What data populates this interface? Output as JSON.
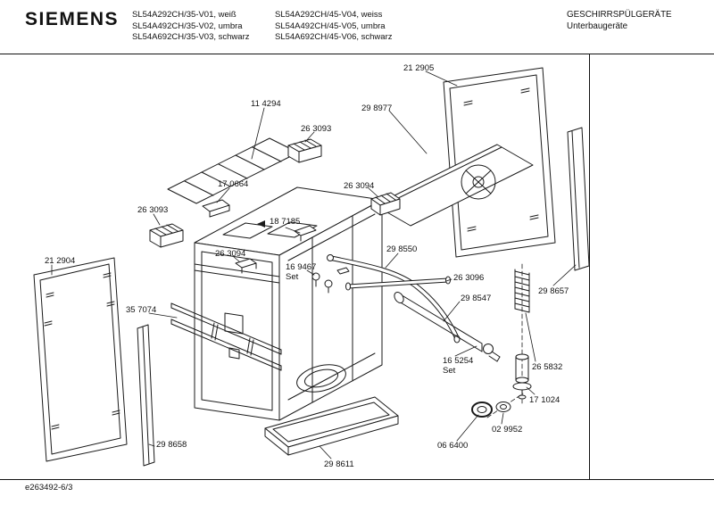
{
  "header": {
    "brand": "SIEMENS",
    "models_col1": [
      "SL54A292CH/35-V01, weiß",
      "SL54A492CH/35-V02, umbra",
      "SL54A692CH/35-V03, schwarz"
    ],
    "models_col2": [
      "SL54A292CH/45-V04, weiss",
      "SL54A492CH/45-V05, umbra",
      "SL54A692CH/45-V06, schwarz"
    ],
    "category": "GESCHIRRSPÜLGERÄTE",
    "subcategory": "Unterbaugeräte"
  },
  "diagram": {
    "parts": [
      {
        "label": "21 2905"
      },
      {
        "label": "29 8977"
      },
      {
        "label": "11 4294"
      },
      {
        "label": "26 3093"
      },
      {
        "label": "26 3094"
      },
      {
        "label": "17 0664"
      },
      {
        "label": "26 3093"
      },
      {
        "label": "18 7185"
      },
      {
        "label": "21 2904"
      },
      {
        "label": "26 3094"
      },
      {
        "label": "16 9467",
        "sub": "Set"
      },
      {
        "label": "29 8550"
      },
      {
        "label": "26 3096"
      },
      {
        "label": "29 8657"
      },
      {
        "label": "29 8547"
      },
      {
        "label": "35 7074"
      },
      {
        "label": "16 5254",
        "sub": "Set"
      },
      {
        "label": "26 5832"
      },
      {
        "label": "17 1024"
      },
      {
        "label": "02 9952"
      },
      {
        "label": "06 6400"
      },
      {
        "label": "29 8658"
      },
      {
        "label": "29 8611"
      }
    ]
  },
  "footer": {
    "doc_number": "e263492-6/3"
  }
}
